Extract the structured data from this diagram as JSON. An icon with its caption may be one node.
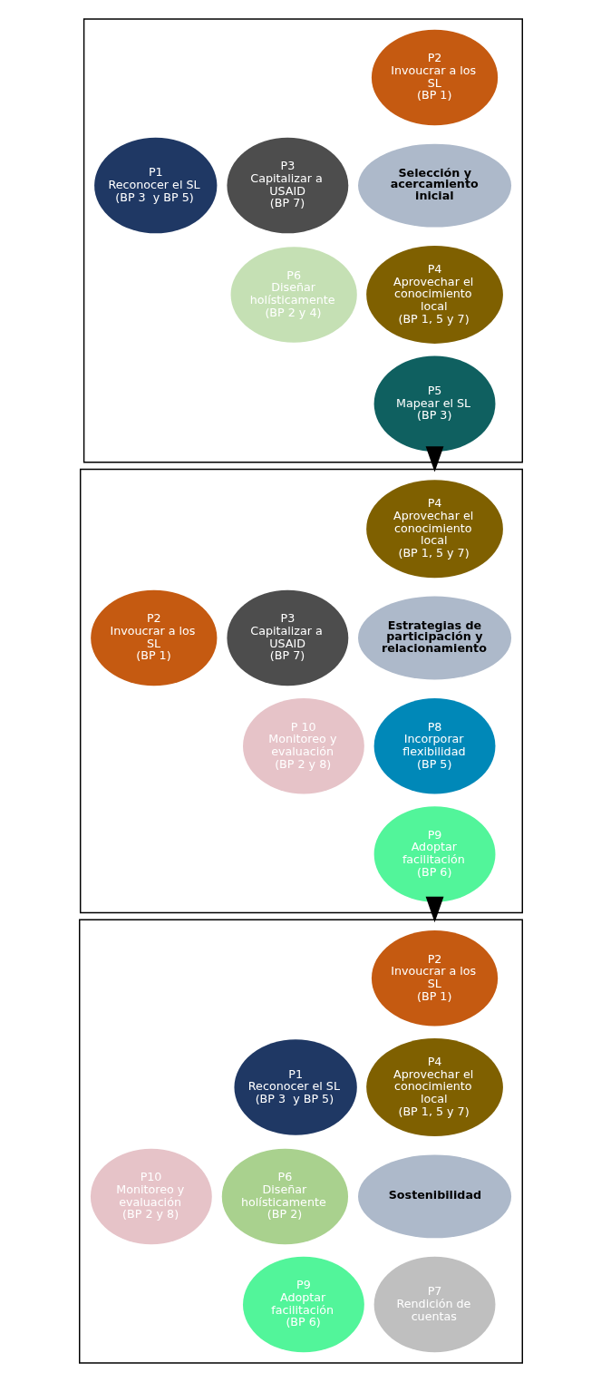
{
  "diagram": {
    "nodes": [
      {
        "text": [],
        "shape": "box"
      },
      {
        "text": [
          "P2",
          "Invoucrar a los SL",
          "(BP 1)"
        ],
        "in": 0
      },
      {
        "text": [
          "P1",
          "Reconocer el SL",
          "(BP 3  y BP 5)"
        ],
        "in": 0
      },
      {
        "text": [
          "P3",
          "Capitalizar a USAID",
          "(BP 7)"
        ],
        "in": 0
      },
      {
        "text": [
          "Selección y acercamiento inicial"
        ],
        "in": 0
      },
      {
        "text": [
          "P6",
          "Diseñar holísticamente",
          "(BP 2 y 4)"
        ],
        "in": 0
      },
      {
        "text": [
          "P4",
          "Aprovechar el conocimiento local",
          "(BP 1, 5 y 7)"
        ],
        "in": 0
      },
      {
        "text": [
          "P5",
          "Mapear el SL",
          "(BP 3)"
        ],
        "in": 0
      },
      {
        "text": [],
        "shape": "box"
      },
      {
        "text": [
          "P4",
          "Aprovechar el conocimiento local",
          "(BP 1, 5 y 7)"
        ],
        "in": 8
      },
      {
        "text": [
          "P2",
          "Invoucrar a los SL",
          "(BP 1)"
        ],
        "in": 8
      },
      {
        "text": [
          "P3",
          "Capitalizar a USAID",
          "(BP 7)"
        ],
        "in": 8
      },
      {
        "text": [
          "Estrategias de participación y relacionamiento"
        ],
        "in": 8
      },
      {
        "text": [
          "P 10",
          "Monitoreo y evaluación",
          "(BP 2 y 8)"
        ],
        "in": 8
      },
      {
        "text": [
          "P8",
          "Incorporar flexibilidad",
          "(BP 5)"
        ],
        "in": 8
      },
      {
        "text": [
          "P9",
          "Adoptar facilitación",
          "(BP 6)"
        ],
        "in": 8
      },
      {
        "text": [],
        "shape": "box"
      },
      {
        "text": [
          "P2",
          "Invoucrar a los SL",
          "(BP 1)"
        ],
        "in": 16
      },
      {
        "text": [
          "P1",
          "Reconocer el SL",
          "(BP 3  y BP 5)"
        ],
        "in": 16
      },
      {
        "text": [
          "P4",
          "Aprovechar el conocimiento local",
          "(BP 1, 5 y 7)"
        ],
        "in": 16
      },
      {
        "text": [
          "Sostenibilidad"
        ],
        "in": 16
      },
      {
        "text": [
          "P10",
          "Monitoreo y evaluación",
          "(BP 2 y 8)"
        ],
        "in": 16
      },
      {
        "text": [
          "P6",
          "Diseñar holísticamente",
          "(BP 2)"
        ],
        "in": 16
      },
      {
        "text": [
          "P9",
          "Adoptar facilitación",
          "(BP 6)"
        ],
        "in": 16
      },
      {
        "text": [
          "P7",
          "Rendición de cuentas"
        ],
        "in": 16
      }
    ],
    "edges": [
      {
        "from": 0,
        "to": 8,
        "arrow": "to"
      },
      {
        "from": 8,
        "to": 16,
        "arrow": "to"
      }
    ]
  }
}
